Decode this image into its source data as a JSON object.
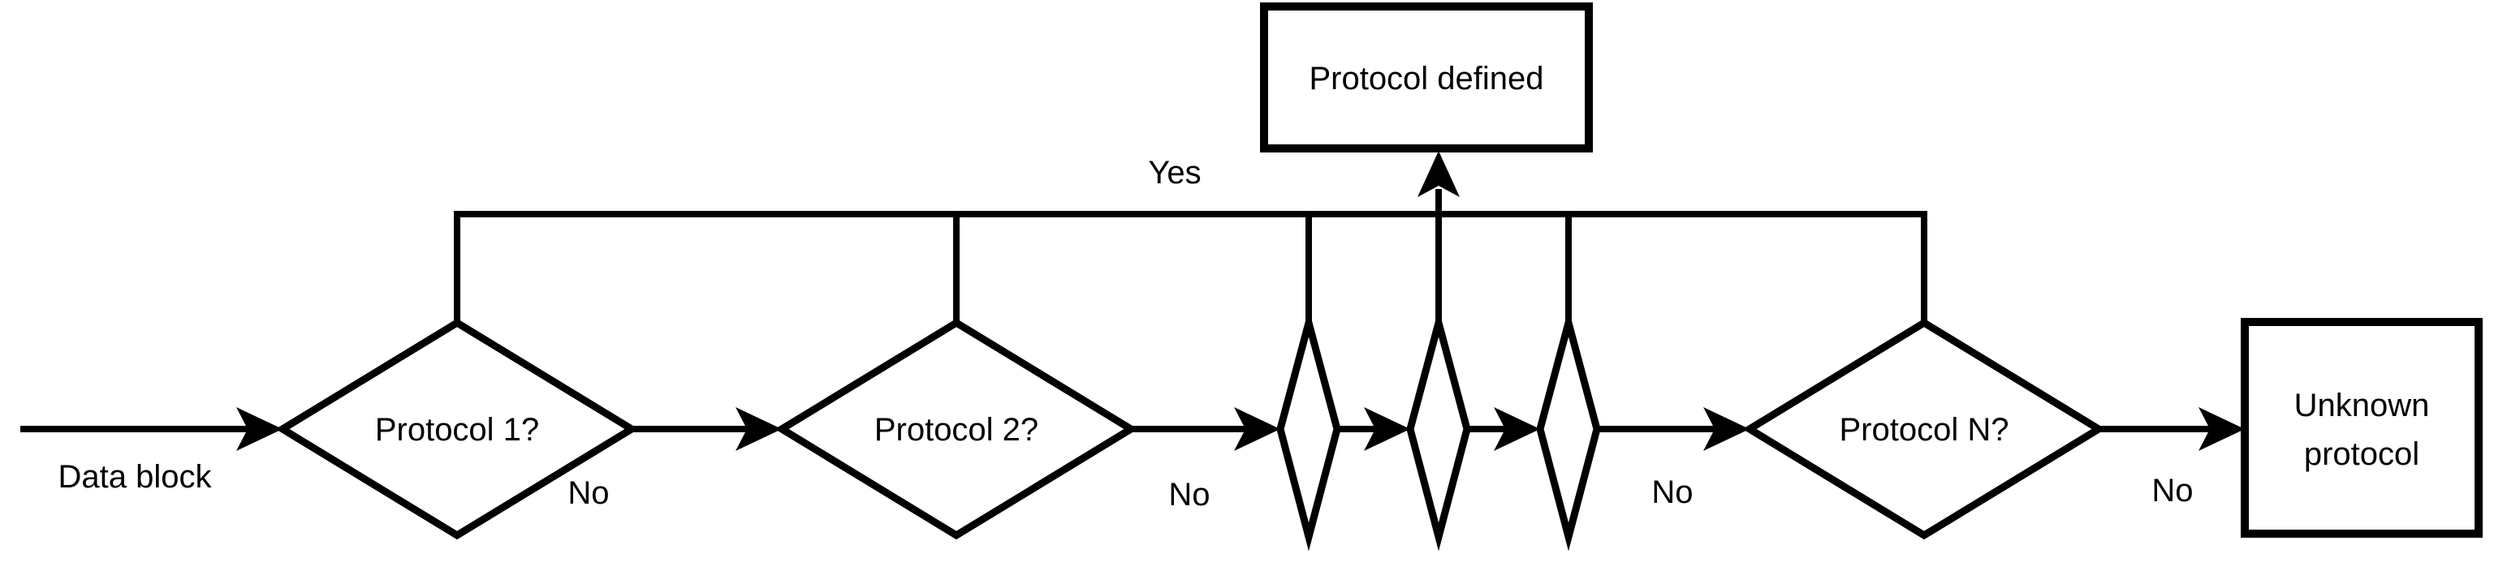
{
  "diagram": {
    "background": "#ffffff",
    "stroke_color": "#000000",
    "start_label": "Data block",
    "yes_label": "Yes",
    "decisions": {
      "protocol1": "Protocol 1?",
      "protocol2": "Protocol 2?",
      "protocolN": "Protocol N?"
    },
    "terminals": {
      "protocol_defined": "Protocol defined",
      "unknown_protocol_line1": "Unknown",
      "unknown_protocol_line2": "protocol"
    },
    "no_labels": {
      "after_protocol1": "No",
      "after_protocol2": "No",
      "after_ellipsis": "No",
      "after_protocolN": "No"
    }
  }
}
